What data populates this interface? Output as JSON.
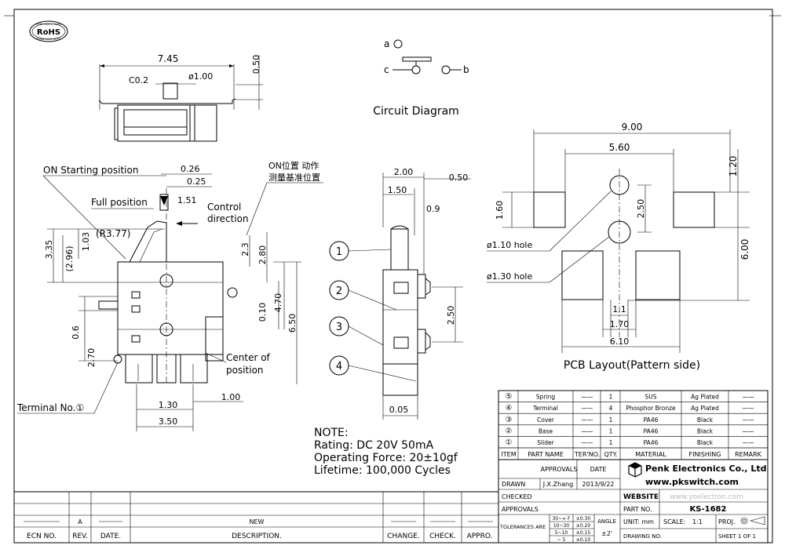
{
  "rohs": {
    "label": "RoHS",
    "top": "PENK HMCC RoHS",
    "bottom": "ROHS 2002 95 EC"
  },
  "dims_top": {
    "d745": "7.45",
    "d050": "0.50",
    "c02": "C0.2",
    "d100": "ø1.00"
  },
  "circuit": {
    "title": "Circuit Diagram",
    "a": "a",
    "b": "b",
    "c": "c"
  },
  "front": {
    "on_start": "ON Starting position",
    "full": "Full position",
    "control1": "Control",
    "control2": "direction",
    "r377": "(R3.77)",
    "d026": "0.26",
    "d025": "0.25",
    "d151": "1.51",
    "on_cn1": "ON位置 动作",
    "on_cn2": "测量基准位置",
    "d335": "3.35",
    "d296": "(2.96)",
    "d103": "1.03",
    "d23": "2.3",
    "d280": "2.80",
    "d06": "0.6",
    "d270": "2.70",
    "d010": "0.10",
    "d470": "4.70",
    "d650": "6.50",
    "d130": "1.30",
    "d350": "3.50",
    "d100": "1.00",
    "coc1": "Center of",
    "coc2": "position",
    "terminal": "Terminal No.①"
  },
  "side": {
    "d200": "2.00",
    "d150": "1.50",
    "d050": "0.50",
    "d09": "0.9",
    "d250": "2.50",
    "d005": "0.05",
    "n1": "1",
    "n2": "2",
    "n3": "3",
    "n4": "4"
  },
  "pcb": {
    "d900": "9.00",
    "d560": "5.60",
    "d120": "1.20",
    "d160": "1.60",
    "d250": "2.50",
    "d600": "6.00",
    "hole110": "ø1.10 hole",
    "hole130": "ø1.30 hole",
    "d11": "1.1",
    "d170": "1.70",
    "d610": "6.10",
    "title": "PCB Layout(Pattern side)"
  },
  "notes": {
    "title": "NOTE:",
    "rating": "Rating: DC 20V 50mA",
    "force": "Operating Force: 20±10gf",
    "life": "Lifetime:   100,000 Cycles"
  },
  "bom": {
    "rows": [
      {
        "item": "⑤",
        "name": "Spring",
        "ter": "——",
        "qty": "1",
        "material": "SUS",
        "finish": "Ag Plated",
        "remark": "——"
      },
      {
        "item": "④",
        "name": "Terminal",
        "ter": "——",
        "qty": "4",
        "material": "Phosphor Bronze",
        "finish": "Ag Plated",
        "remark": "——"
      },
      {
        "item": "③",
        "name": "Cover",
        "ter": "——",
        "qty": "1",
        "material": "PA46",
        "finish": "Black",
        "remark": "——"
      },
      {
        "item": "②",
        "name": "Base",
        "ter": "——",
        "qty": "1",
        "material": "PA46",
        "finish": "Black",
        "remark": "——"
      },
      {
        "item": "①",
        "name": "Slider",
        "ter": "——",
        "qty": "1",
        "material": "PA46",
        "finish": "Black",
        "remark": "——"
      }
    ],
    "headers": {
      "item": "ITEM",
      "name": "PART NAME",
      "ter": "TER'NO.",
      "qty": "QTY.",
      "material": "MATERIAL",
      "finish": "FINISHING",
      "remark": "REMARK"
    }
  },
  "title_block": {
    "approvals": "APPROVALS",
    "date": "DATE",
    "drawn": "DRAWN",
    "drawn_by": "J.X.Zhang",
    "drawn_date": "2013/9/22",
    "checked": "CHECKED",
    "approvals2": "APPROVALS",
    "company": "Penk Electronics Co., Ltd",
    "url": "www.pkswitch.com",
    "website": "WEBSITE",
    "watermark": "www.yoelectron.com",
    "part_no": "PART NO.",
    "part": "KS-1682",
    "tol": "TOLERANCES ARE",
    "tol1a": "30~∞ F",
    "tol1b": "±0.30",
    "tol2a": "10~30",
    "tol2b": "±0.20",
    "tol3a": "5~10",
    "tol3b": "±0.15",
    "tol4a": "~ 5",
    "tol4b": "±0.10",
    "angle": "ANGLE",
    "angle_v": "±2'",
    "unit": "UNIT: mm",
    "scale": "SCALE:",
    "scale_v": "1:1",
    "proj": "PROJ.",
    "drawing_no": "DRAWING NO.",
    "sheet": "SHEET  1  OF  1"
  },
  "rev": {
    "a": "A",
    "new": "NEW",
    "ecn": "ECN NO.",
    "rev": "REV.",
    "date": "DATE.",
    "desc": "DESCRIPTION.",
    "change": "CHANGE.",
    "check": "CHECK.",
    "appro": "APPRO."
  }
}
